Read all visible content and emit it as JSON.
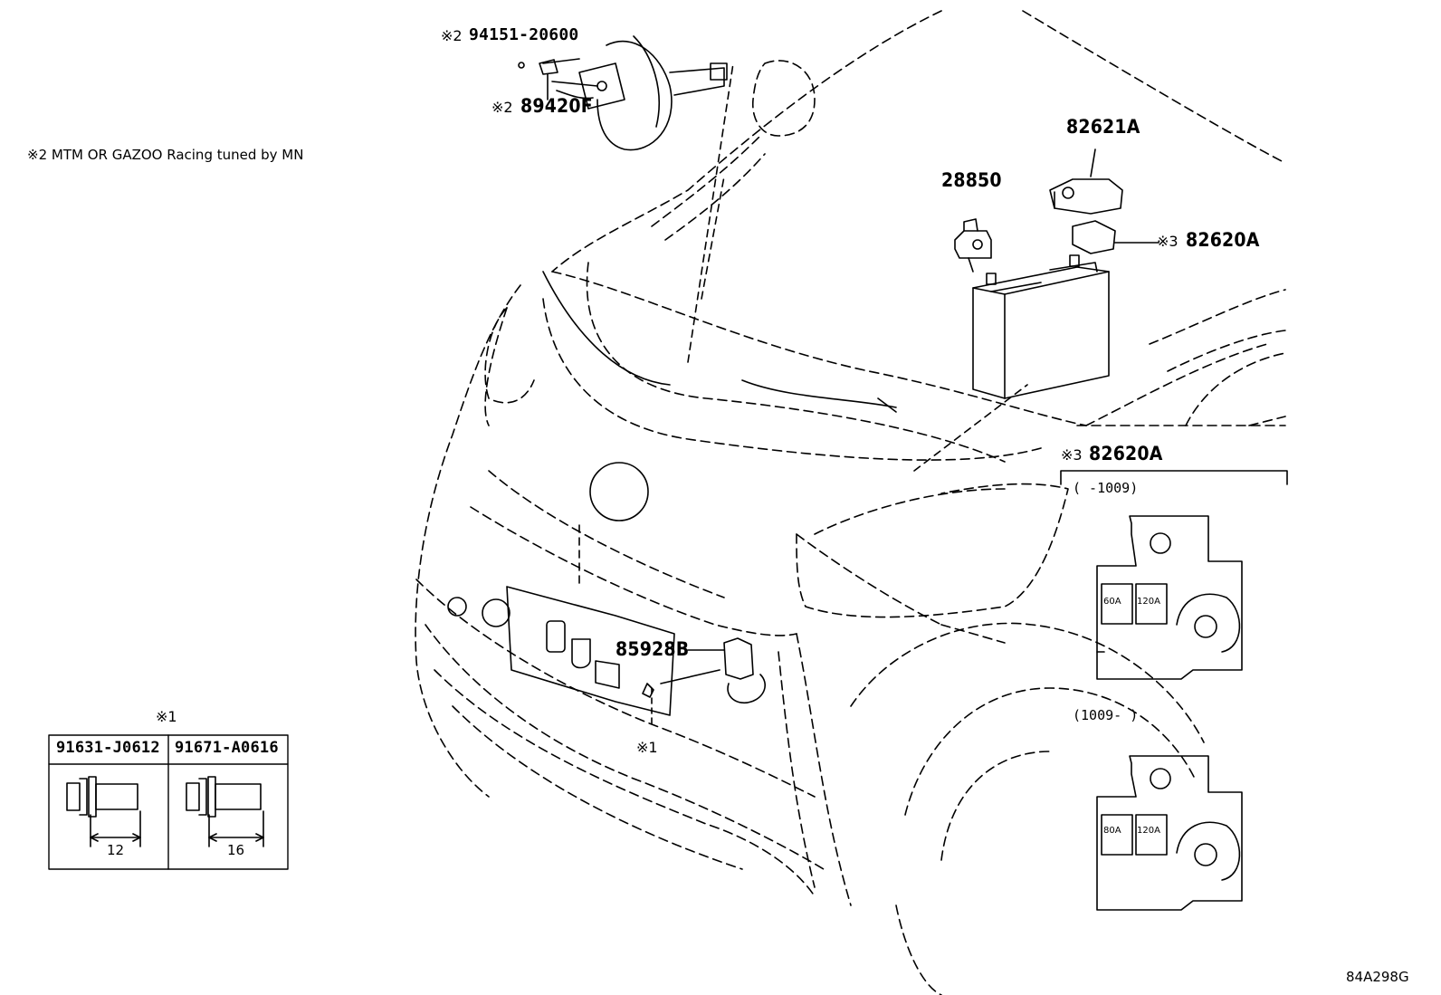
{
  "notes": {
    "mark2_note": "※2 MTM OR GAZOO Racing tuned by MN",
    "mark1": "※1",
    "mark1_inline": "※1",
    "mark2_a": "※2",
    "mark2_b": "※2",
    "mark3_a": "※3",
    "mark3_b": "※3"
  },
  "parts": {
    "p94151": "94151-20600",
    "p89420F": "89420F",
    "p82621A": "82621A",
    "p28850": "28850",
    "p82620A_a": "82620A",
    "p82620A_b": "82620A",
    "p85928B": "85928B"
  },
  "fuse_panels": {
    "top_range": "(       -1009)",
    "bottom_range": "(1009-       )",
    "top_fuse_left": "60A",
    "top_fuse_right": "120A",
    "bottom_fuse_left": "80A",
    "bottom_fuse_right": "120A"
  },
  "bolt_table": {
    "col1_part": "91631-J0612",
    "col2_part": "91671-A0616",
    "col1_len": "12",
    "col2_len": "16"
  },
  "diagram_code": "84A298G"
}
